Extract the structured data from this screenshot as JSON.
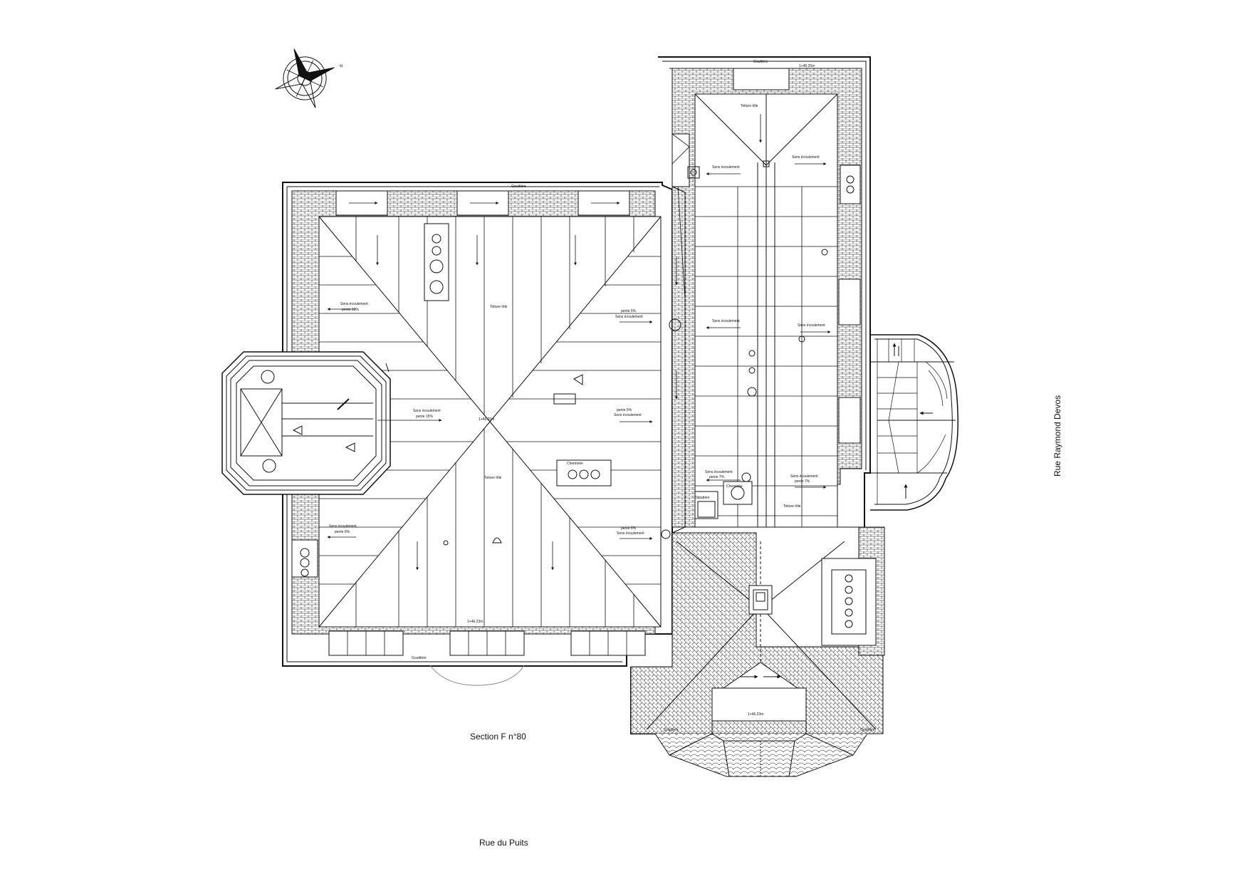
{
  "labels": {
    "section": "Section F n°80",
    "street_south": "Rue du Puits",
    "street_east": "Rue Raymond Devos"
  },
  "annotations": {
    "gutter": "Gouttière",
    "chimney": "Cheminée",
    "roof_material": "Toiture tôle",
    "runoff": "Sens écoulement",
    "slope_15": "pente 15%",
    "slope_6": "pente 6%",
    "slope_7": "pente 7%",
    "skylight": "Tabatière",
    "dim_1": "1+46.23m",
    "dim_2": "1+46.25m"
  },
  "compass": {
    "north_label": "N"
  }
}
